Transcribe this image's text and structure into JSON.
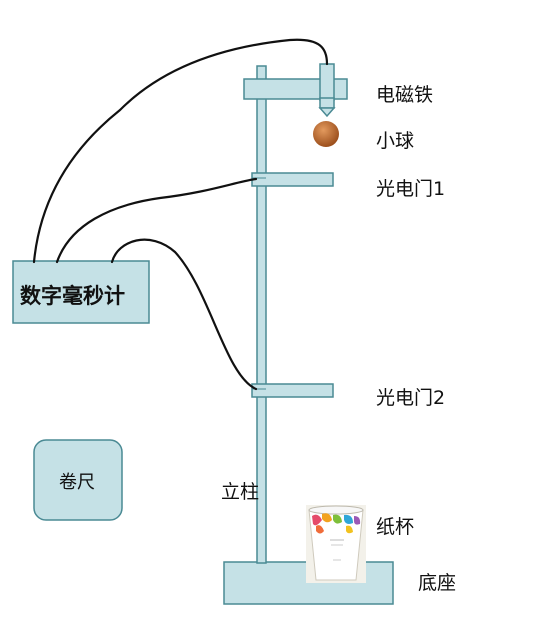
{
  "labels": {
    "electromagnet": "电磁铁",
    "ball": "小球",
    "gate1": "光电门1",
    "gate2": "光电门2",
    "column": "立柱",
    "cup": "纸杯",
    "base": "底座",
    "timer": "数字毫秒计",
    "tape": "卷尺"
  },
  "colors": {
    "apparatus_fill": "#c5e1e6",
    "apparatus_stroke": "#4a8a94",
    "wire": "#111111",
    "ball": "#b8652a"
  }
}
